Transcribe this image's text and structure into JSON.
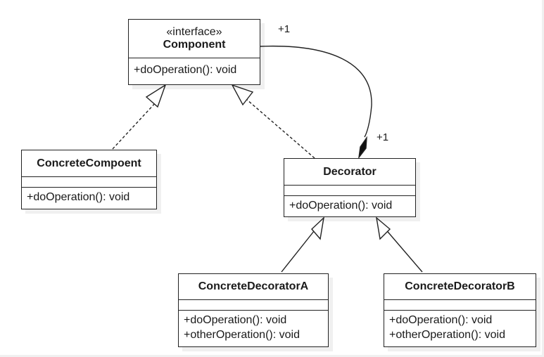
{
  "classes": {
    "component": {
      "stereotype": "«interface»",
      "name": "Component",
      "ops": [
        "+doOperation(): void"
      ]
    },
    "concrete_component": {
      "name": "ConcreteCompoent",
      "ops": [
        "+doOperation(): void"
      ]
    },
    "decorator": {
      "name": "Decorator",
      "ops": [
        "+doOperation(): void"
      ]
    },
    "concrete_decorator_a": {
      "name": "ConcreteDecoratorA",
      "ops": [
        "+doOperation(): void",
        "+otherOperation(): void"
      ]
    },
    "concrete_decorator_b": {
      "name": "ConcreteDecoratorB",
      "ops": [
        "+doOperation(): void",
        "+otherOperation(): void"
      ]
    }
  },
  "multiplicities": {
    "component_end": "+1",
    "decorator_end": "+1"
  },
  "edges": [
    {
      "from": "ConcreteCompoent",
      "to": "Component",
      "type": "realization"
    },
    {
      "from": "Decorator",
      "to": "Component",
      "type": "realization"
    },
    {
      "from": "Decorator",
      "to": "Component",
      "type": "composition"
    },
    {
      "from": "ConcreteDecoratorA",
      "to": "Decorator",
      "type": "generalization"
    },
    {
      "from": "ConcreteDecoratorB",
      "to": "Decorator",
      "type": "generalization"
    }
  ]
}
